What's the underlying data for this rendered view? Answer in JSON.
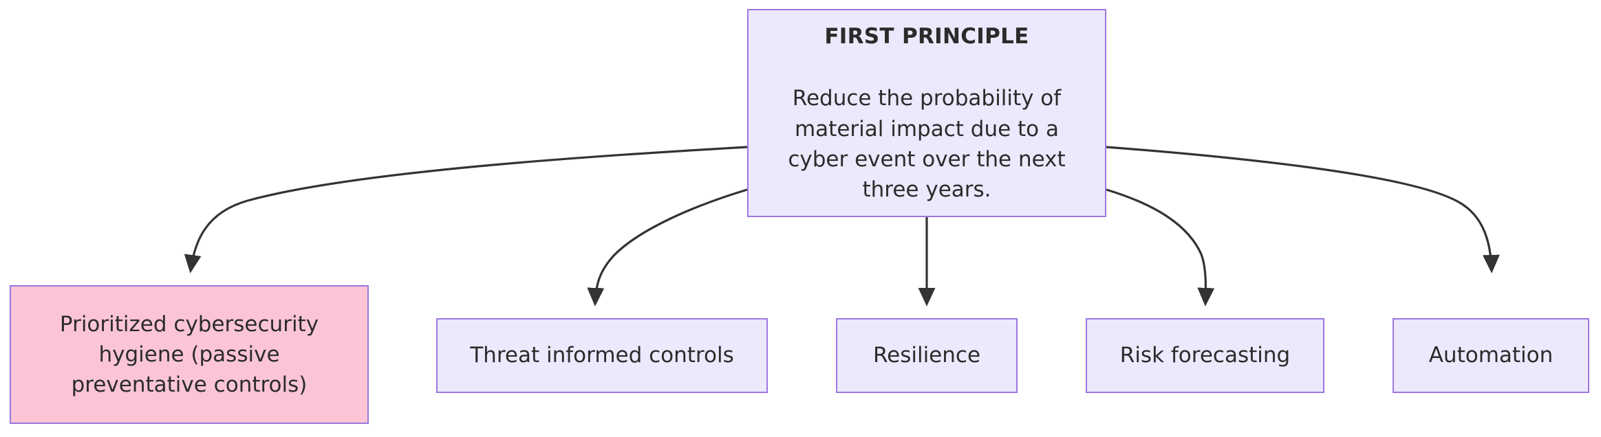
{
  "diagram": {
    "type": "flowchart",
    "orientation": "top-down",
    "background_color": "#ffffff",
    "node_fill_default": "#ECE9FC",
    "node_fill_highlight": "#FBC5D6",
    "node_border_color": "#9B77E0",
    "edge_color": "#333333",
    "text_color": "#2B2B2B"
  },
  "root": {
    "id": "first-principle",
    "title": "FIRST PRINCIPLE",
    "body": "Reduce the probability of\nmaterial impact due to a\ncyber event over the next\nthree years.",
    "fill": "#ECE9FC",
    "border": "#9B77E0"
  },
  "children": [
    {
      "id": "hygiene",
      "label": "Prioritized cybersecurity\nhygiene (passive\npreventative controls)",
      "fill": "#FBC5D6",
      "border": "#9B77E0",
      "highlighted": true
    },
    {
      "id": "threat-informed-controls",
      "label": "Threat informed controls",
      "fill": "#ECE9FC",
      "border": "#9B77E0",
      "highlighted": false
    },
    {
      "id": "resilience",
      "label": "Resilience",
      "fill": "#ECE9FC",
      "border": "#9B77E0",
      "highlighted": false
    },
    {
      "id": "risk-forecasting",
      "label": "Risk forecasting",
      "fill": "#ECE9FC",
      "border": "#9B77E0",
      "highlighted": false
    },
    {
      "id": "automation",
      "label": "Automation",
      "fill": "#ECE9FC",
      "border": "#9B77E0",
      "highlighted": false
    }
  ],
  "edges": [
    {
      "from": "first-principle",
      "to": "hygiene",
      "arrow": "filled-triangle"
    },
    {
      "from": "first-principle",
      "to": "threat-informed-controls",
      "arrow": "filled-triangle"
    },
    {
      "from": "first-principle",
      "to": "resilience",
      "arrow": "filled-triangle"
    },
    {
      "from": "first-principle",
      "to": "risk-forecasting",
      "arrow": "filled-triangle"
    },
    {
      "from": "first-principle",
      "to": "automation",
      "arrow": "filled-triangle"
    }
  ]
}
